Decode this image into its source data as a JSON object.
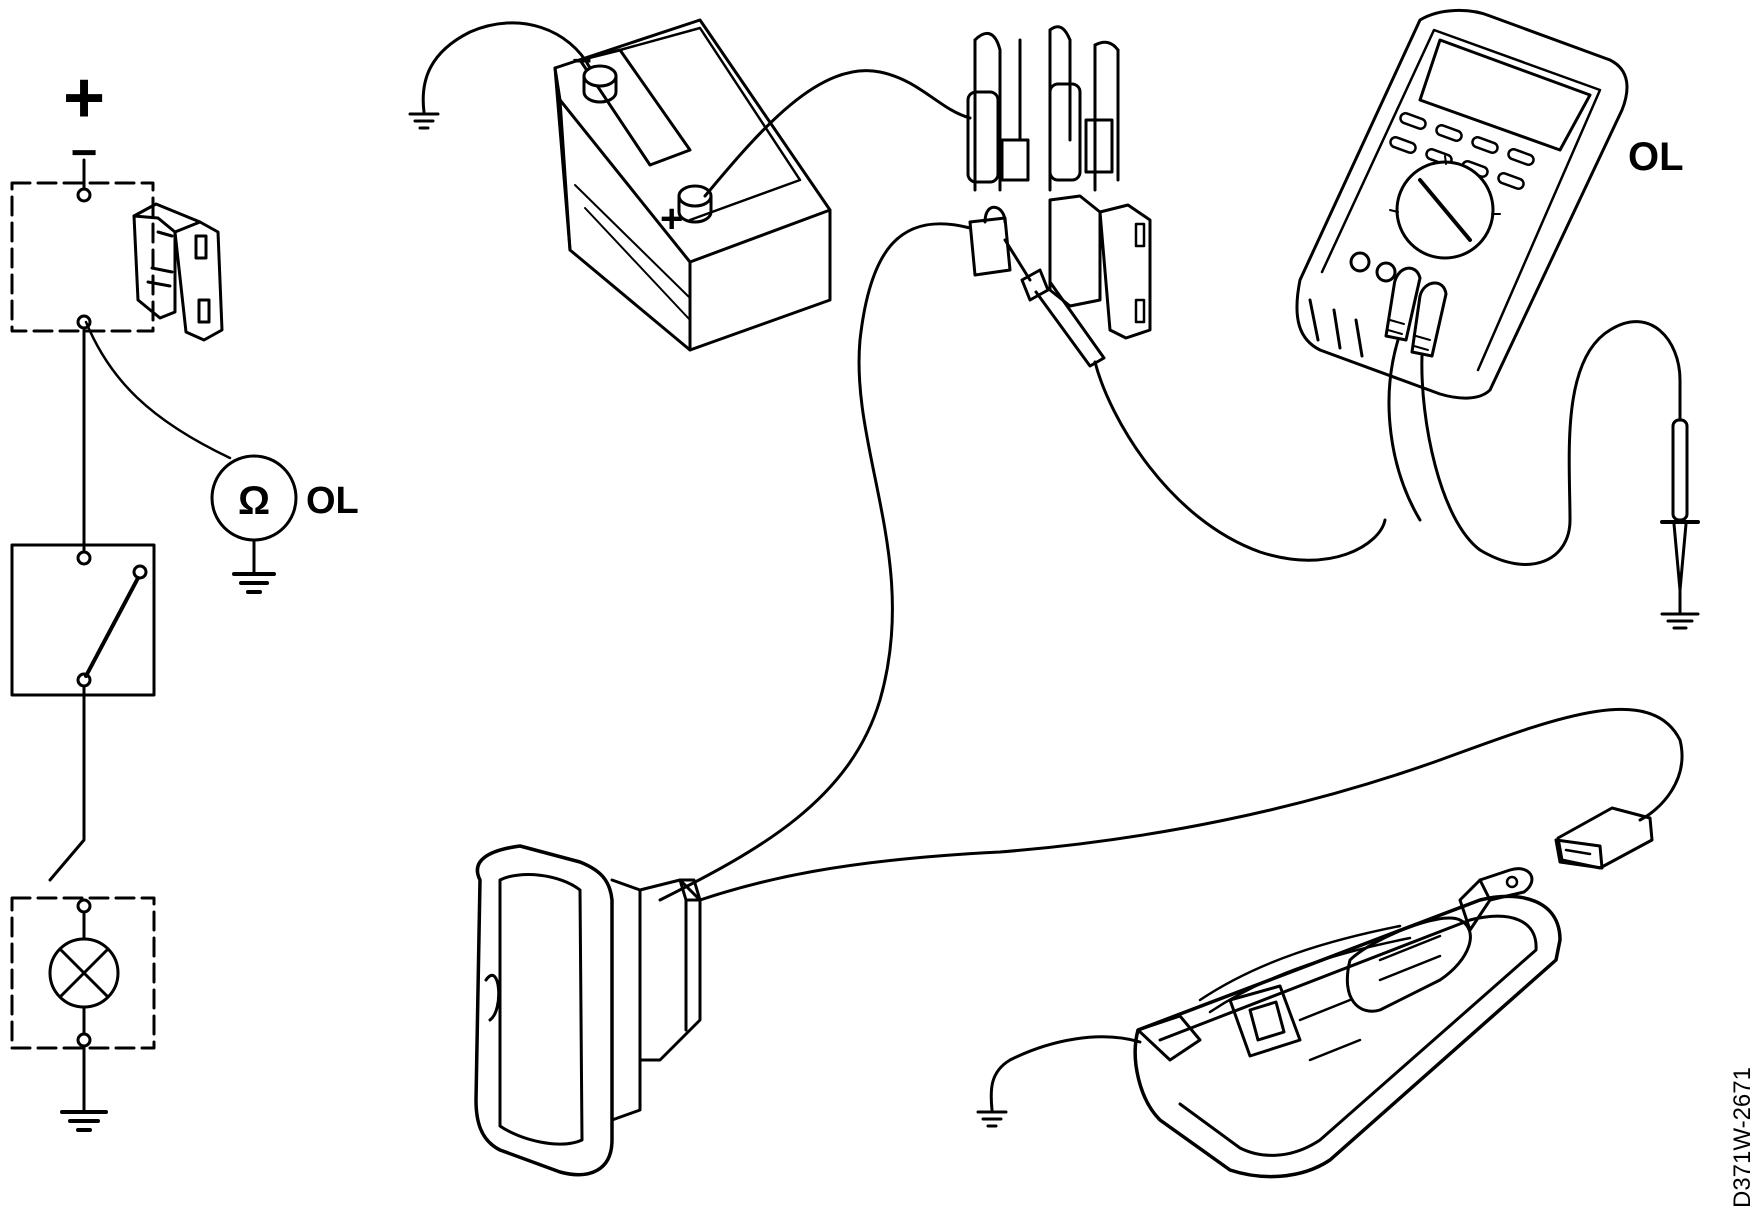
{
  "schematic": {
    "supply_symbol": "+",
    "supply_symbol_minus": "−",
    "ohm_symbol": "Ω",
    "ohmmeter_reading": "OL"
  },
  "pictorial": {
    "battery_negative": "−",
    "battery_positive": "+",
    "multimeter_reading": "OL"
  },
  "reference_code": "D371W-2671",
  "icons": [
    "ground-icon",
    "fuse-icon",
    "switch-icon",
    "lamp-icon",
    "ohmmeter-icon",
    "battery-icon",
    "multimeter-icon",
    "probe-icon",
    "connector-icon",
    "lamp-unit-icon"
  ]
}
